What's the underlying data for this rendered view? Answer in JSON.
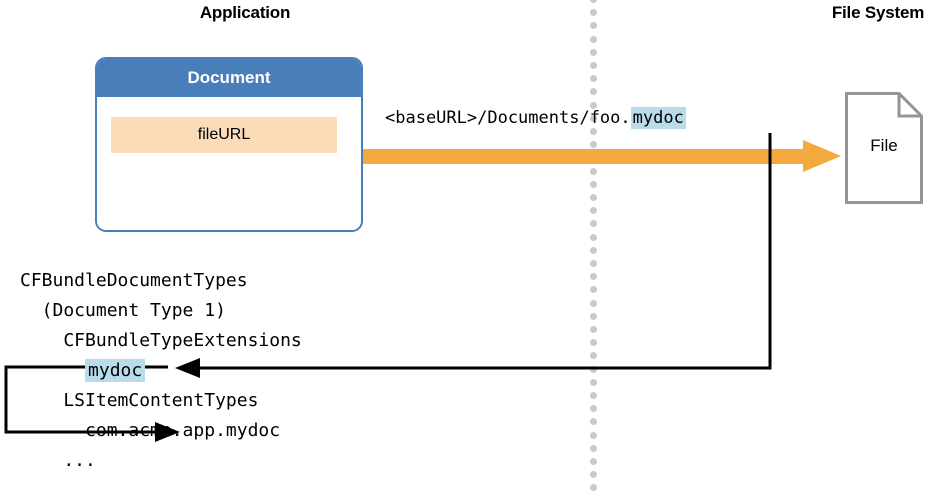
{
  "headings": {
    "application": "Application",
    "file_system": "File System"
  },
  "document_box": {
    "title": "Document",
    "property": "fileURL",
    "header_color": "#4a7ebb",
    "border_color": "#4a7ebb",
    "property_bg": "#fadcb8"
  },
  "path": {
    "prefix": "<baseURL>/Documents/foo.",
    "extension": "mydoc",
    "highlight_color": "#b8dcea"
  },
  "arrow": {
    "color": "#f4a93f"
  },
  "file_icon": {
    "label": "File",
    "border_color": "#949494"
  },
  "divider": {
    "dot_color": "#c9c9c9"
  },
  "plist": {
    "lines": [
      {
        "indent": 0,
        "text": "CFBundleDocumentTypes",
        "highlight": ""
      },
      {
        "indent": 2,
        "text": "(Document Type 1)",
        "highlight": ""
      },
      {
        "indent": 4,
        "text": "CFBundleTypeExtensions",
        "highlight": ""
      },
      {
        "indent": 6,
        "text": "",
        "highlight": "mydoc"
      },
      {
        "indent": 4,
        "text": "LSItemContentTypes",
        "highlight": ""
      },
      {
        "indent": 6,
        "text": "com.acme.app.mydoc",
        "highlight": ""
      },
      {
        "indent": 4,
        "text": "...",
        "highlight": ""
      }
    ]
  }
}
